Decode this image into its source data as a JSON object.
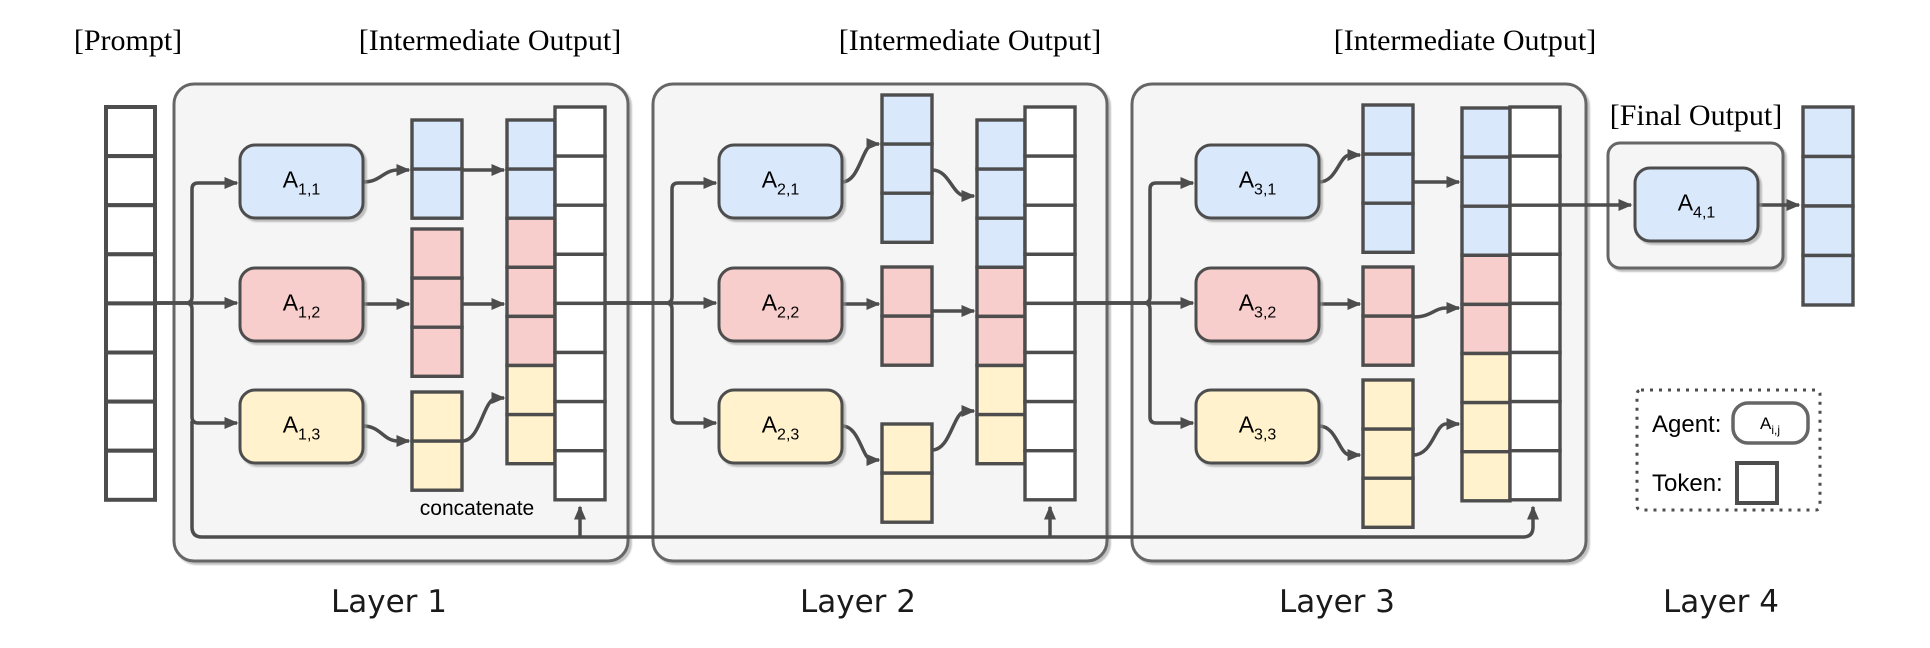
{
  "labels": {
    "prompt": "[Prompt]",
    "intermediate_output": "[Intermediate Output]",
    "final_output": "[Final Output]",
    "concatenate": "concatenate"
  },
  "layer_labels": [
    "Layer 1",
    "Layer 2",
    "Layer 3",
    "Layer 4"
  ],
  "colors": {
    "blue": "#dae8fc",
    "pink": "#f8cecc",
    "yellow": "#fff2cc",
    "white": "#ffffff",
    "stroke": "#4d4d4d",
    "box_fill": "#f5f5f5",
    "box_stroke": "#666666"
  },
  "agents": [
    {
      "base": "A",
      "sub": "1,1",
      "color": "blue"
    },
    {
      "base": "A",
      "sub": "1,2",
      "color": "pink"
    },
    {
      "base": "A",
      "sub": "1,3",
      "color": "yellow"
    },
    {
      "base": "A",
      "sub": "2,1",
      "color": "blue"
    },
    {
      "base": "A",
      "sub": "2,2",
      "color": "pink"
    },
    {
      "base": "A",
      "sub": "2,3",
      "color": "yellow"
    },
    {
      "base": "A",
      "sub": "3,1",
      "color": "blue"
    },
    {
      "base": "A",
      "sub": "3,2",
      "color": "pink"
    },
    {
      "base": "A",
      "sub": "3,3",
      "color": "yellow"
    },
    {
      "base": "A",
      "sub": "4,1",
      "color": "blue"
    }
  ],
  "columns": {
    "prompt": [
      "white",
      "white",
      "white",
      "white",
      "white",
      "white",
      "white",
      "white"
    ],
    "l1_out_blue": [
      "blue",
      "blue"
    ],
    "l1_out_pink": [
      "pink",
      "pink",
      "pink"
    ],
    "l1_out_yellow": [
      "yellow",
      "yellow"
    ],
    "l1_concat": [
      "blue",
      "blue",
      "pink",
      "pink",
      "pink",
      "yellow",
      "yellow"
    ],
    "l1_context": [
      "white",
      "white",
      "white",
      "white",
      "white",
      "white",
      "white",
      "white"
    ],
    "l2_out_blue": [
      "blue",
      "blue",
      "blue"
    ],
    "l2_out_pink": [
      "pink",
      "pink"
    ],
    "l2_out_yellow": [
      "yellow",
      "yellow"
    ],
    "l2_concat": [
      "blue",
      "blue",
      "blue",
      "pink",
      "pink",
      "yellow",
      "yellow"
    ],
    "l2_context": [
      "white",
      "white",
      "white",
      "white",
      "white",
      "white",
      "white",
      "white"
    ],
    "l3_out_blue": [
      "blue",
      "blue",
      "blue"
    ],
    "l3_out_pink": [
      "pink",
      "pink"
    ],
    "l3_out_yellow": [
      "yellow",
      "yellow",
      "yellow"
    ],
    "l3_concat": [
      "blue",
      "blue",
      "blue",
      "pink",
      "pink",
      "yellow",
      "yellow",
      "yellow"
    ],
    "l3_context": [
      "white",
      "white",
      "white",
      "white",
      "white",
      "white",
      "white",
      "white"
    ],
    "final_output": [
      "blue",
      "blue",
      "blue",
      "blue"
    ]
  },
  "legend": {
    "agent_label": "Agent:",
    "agent_symbol": {
      "base": "A",
      "sub": "i,j"
    },
    "token_label": "Token:"
  }
}
